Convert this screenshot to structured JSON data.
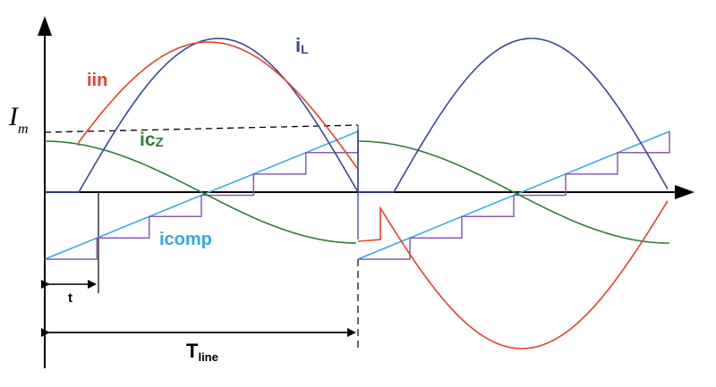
{
  "labels": {
    "im_main": "I",
    "im_sub": "m",
    "il_main": "i",
    "il_sub": "L",
    "iin": "iin",
    "icz_main": "ic",
    "icz_sub": "Z",
    "icomp": "icomp",
    "t": "t",
    "tline_main": "T",
    "tline_sub": "line"
  },
  "colors": {
    "iin": "#e8412a",
    "il": "#3a4a9a",
    "icz": "#2f7d3a",
    "icomp": "#35a8e0",
    "staircase": "#8a5cb0",
    "axis": "#000000"
  }
}
